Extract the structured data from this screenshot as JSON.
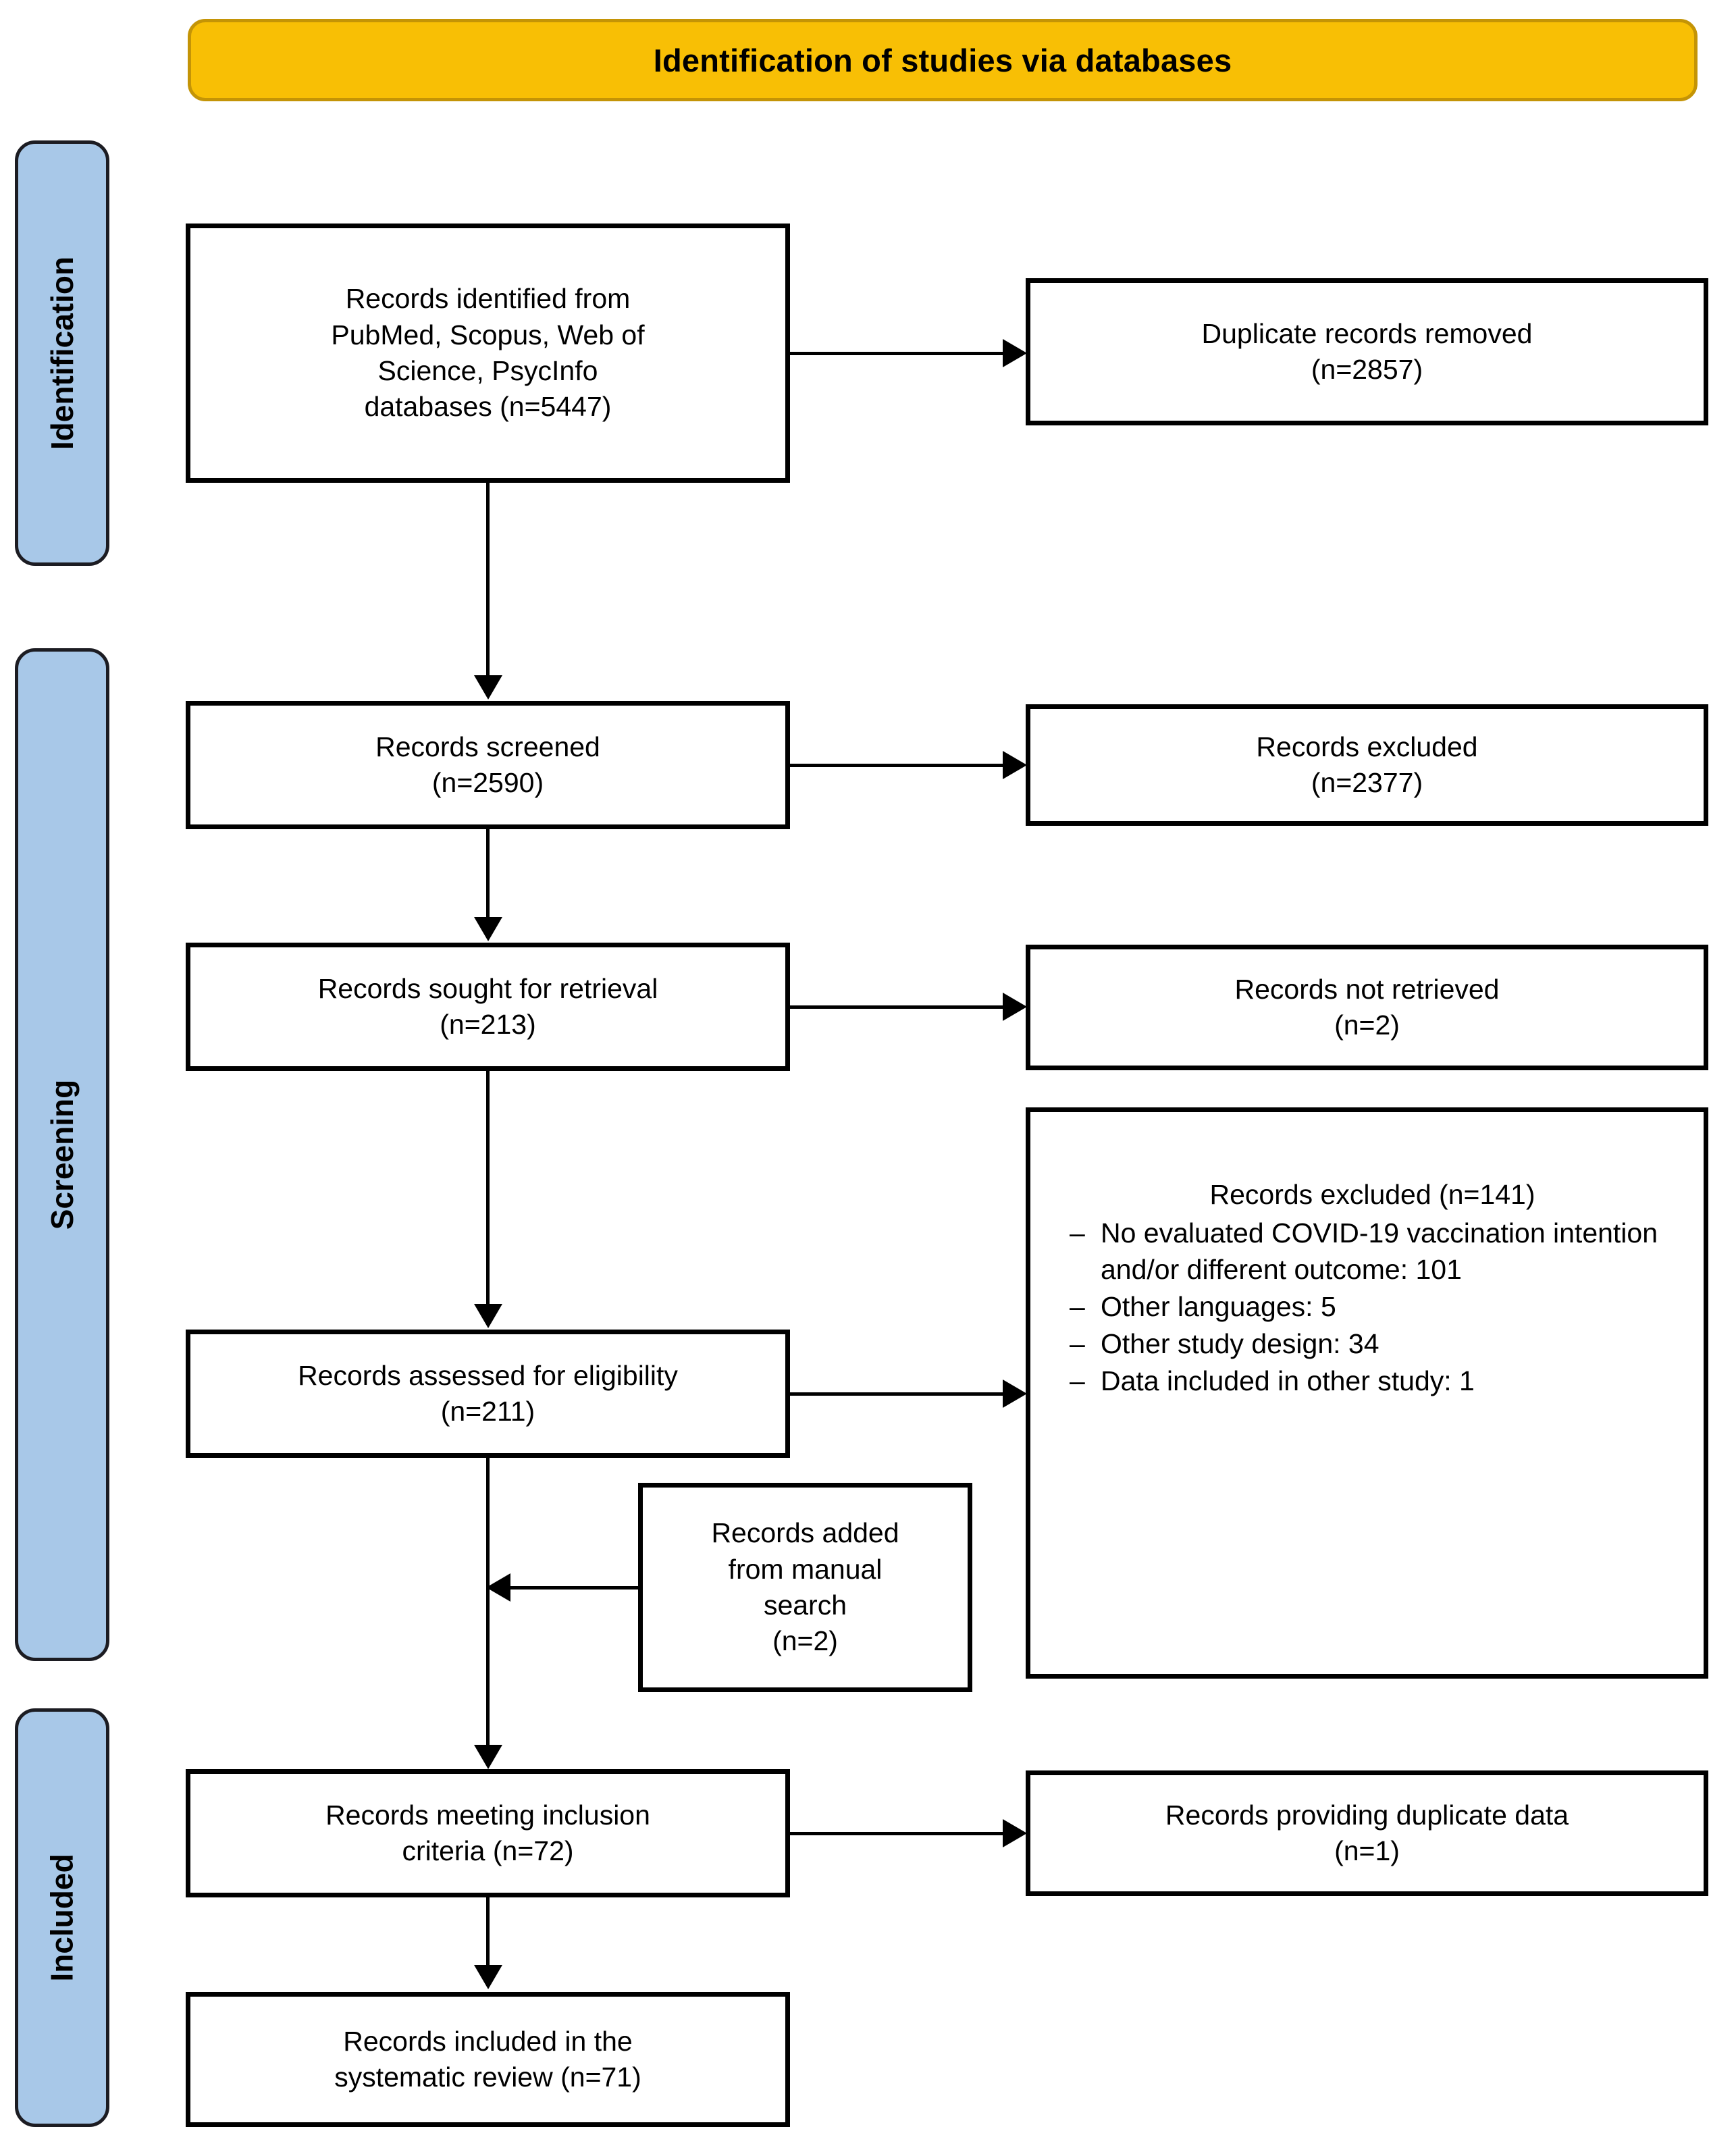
{
  "banner": {
    "title": "Identification of studies via databases"
  },
  "stages": [
    {
      "label": "Identification"
    },
    {
      "label": "Screening"
    },
    {
      "label": "Included"
    }
  ],
  "boxes": {
    "identified": "Records identified from\nPubMed, Scopus, Web of\nScience, PsycInfo\ndatabases (n=5447)",
    "duplicates_removed": "Duplicate records removed\n(n=2857)",
    "screened": "Records screened\n(n=2590)",
    "excluded_screened": "Records excluded\n(n=2377)",
    "sought_retrieval": "Records sought for retrieval\n(n=213)",
    "not_retrieved": "Records not retrieved\n(n=2)",
    "assessed_eligibility": "Records assessed for eligibility\n(n=211)",
    "manual_search": "Records added\nfrom manual\nsearch\n(n=2)",
    "meeting_inclusion": "Records meeting inclusion\ncriteria (n=72)",
    "duplicate_data": "Records providing duplicate data\n(n=1)",
    "included_review": "Records included in the\nsystematic review (n=71)"
  },
  "excluded_detail": {
    "heading": "Records excluded (n=141)",
    "dash": "–",
    "items": [
      "No evaluated COVID-19 vaccination intention and/or different outcome: 101",
      "Other languages: 5",
      "Other study design: 34",
      "Data included in other study: 1"
    ]
  },
  "colors": {
    "banner_fill": "#f8bf05",
    "banner_border": "#c49406",
    "stage_fill": "#a8c8e8",
    "stage_border": "#1c1c22",
    "box_border": "#000000",
    "box_fill": "#ffffff",
    "connector": "#000000"
  }
}
